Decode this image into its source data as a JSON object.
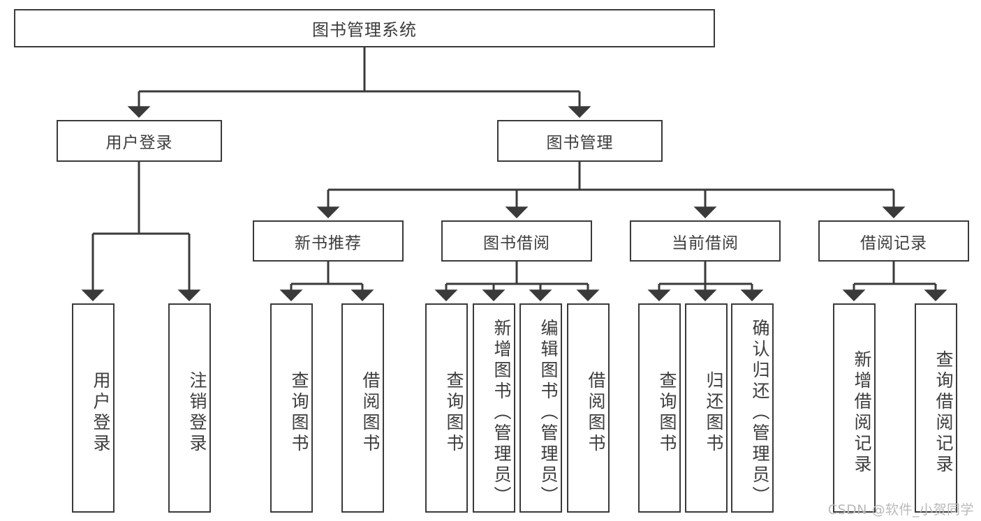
{
  "diagram": {
    "title": "图书管理系统",
    "type": "hierarchy-tree",
    "watermark": "CSDN @软件_小贺同学",
    "colors": {
      "stroke": "#3a3a3a",
      "text": "#3c3c3c",
      "background": "#ffffff",
      "watermark": "#b9b9b9"
    },
    "root": {
      "label": "图书管理系统"
    },
    "level2": [
      {
        "id": "user-login",
        "label": "用户登录"
      },
      {
        "id": "book-manage",
        "label": "图书管理"
      }
    ],
    "level3": [
      {
        "id": "new-book-rec",
        "label": "新书推荐"
      },
      {
        "id": "book-borrow",
        "label": "图书借阅"
      },
      {
        "id": "current-borrow",
        "label": "当前借阅"
      },
      {
        "id": "borrow-record",
        "label": "借阅记录"
      }
    ],
    "leaves": {
      "user_login": [
        {
          "id": "leaf-user-login",
          "label": "用户登录"
        },
        {
          "id": "leaf-logout",
          "label": "注销登录"
        }
      ],
      "new_book_rec": [
        {
          "id": "leaf-query-book-1",
          "label": "查询图书"
        },
        {
          "id": "leaf-borrow-book-1",
          "label": "借阅图书"
        }
      ],
      "book_borrow": [
        {
          "id": "leaf-query-book-2",
          "label": "查询图书"
        },
        {
          "id": "leaf-add-book",
          "label": "新增图书（管理员）"
        },
        {
          "id": "leaf-edit-book",
          "label": "编辑图书（管理员）"
        },
        {
          "id": "leaf-borrow-book-2",
          "label": "借阅图书"
        }
      ],
      "current_borrow": [
        {
          "id": "leaf-query-book-3",
          "label": "查询图书"
        },
        {
          "id": "leaf-return-book",
          "label": "归还图书"
        },
        {
          "id": "leaf-confirm-return",
          "label": "确认归还（管理员）"
        }
      ],
      "borrow_record": [
        {
          "id": "leaf-add-record",
          "label": "新增借阅记录"
        },
        {
          "id": "leaf-query-record",
          "label": "查询借阅记录"
        }
      ]
    }
  }
}
